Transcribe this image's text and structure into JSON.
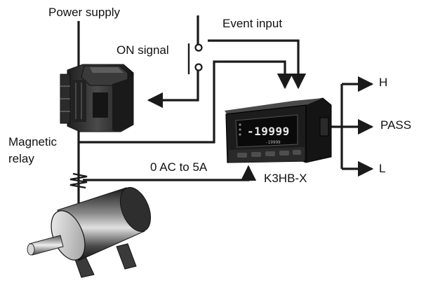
{
  "labels": {
    "power_supply": "Power supply",
    "on_signal": "ON signal",
    "event_input": "Event input",
    "magnetic_relay_line1": "Magnetic",
    "magnetic_relay_line2": "relay",
    "current_range": "0 AC to 5A",
    "device_model": "K3HB-X",
    "output_high": "H",
    "output_pass": "PASS",
    "output_low": "L"
  },
  "display": {
    "main_value": "-19999",
    "sub_value": "-19999"
  },
  "colors": {
    "line": "#1a1a1a",
    "relay_body": "#2a2a2a",
    "device_body": "#1c1c1c",
    "motor_body": "#3a3a3a"
  },
  "icons": [
    "switch-icon",
    "relay-icon",
    "current-transformer-icon",
    "motor-icon",
    "panel-meter-icon",
    "arrow-icon"
  ]
}
